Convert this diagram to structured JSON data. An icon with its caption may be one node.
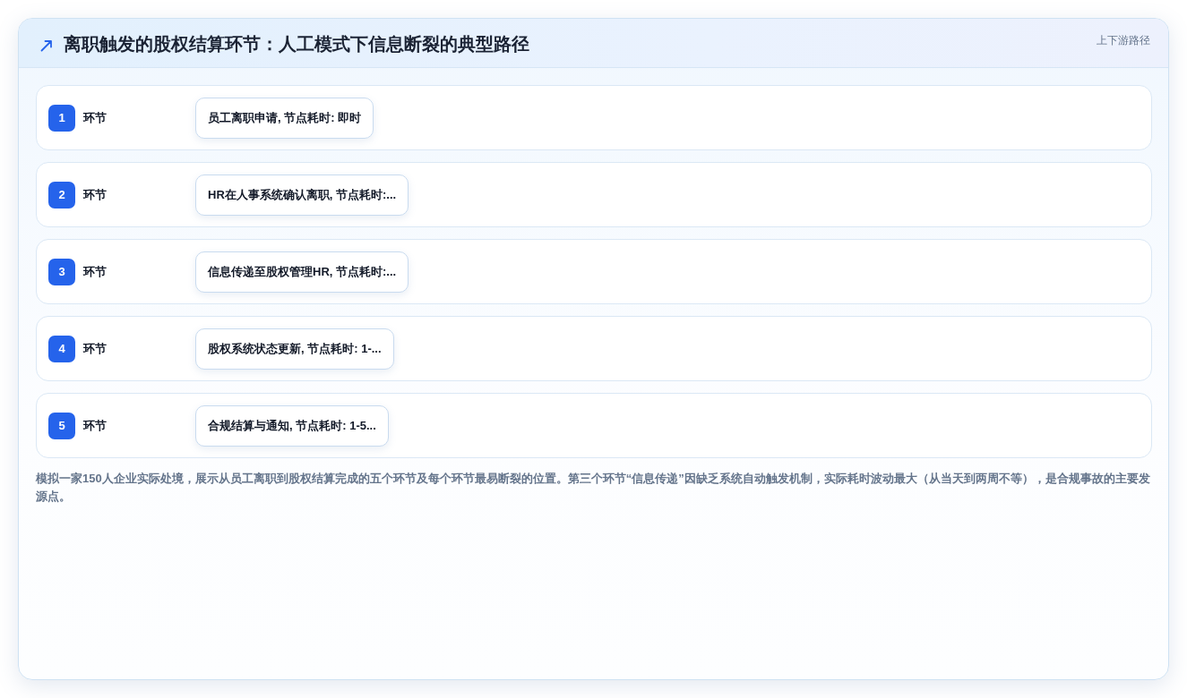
{
  "diagram": {
    "title": "离职触发的股权结算环节：人工模式下信息断裂的典型路径",
    "caption": "模拟一家150人企业实际处境，展示从员工离职到股权结算完成的五个环节及每个环节最易断裂的位置。第三个环节“信息传递”因缺乏系统自动触发机制，实际耗时波动最大（从当天到两周不等），是合规事故的主要发源点。",
    "nodes": [
      {
        "text": [
          "环节"
        ]
      },
      {
        "text": [
          "1"
        ],
        "in": 0
      },
      {
        "text": [
          "员工离职申请, 节点耗时: 即时"
        ],
        "in": 0
      },
      {
        "text": [
          "环节"
        ]
      },
      {
        "text": [
          "2"
        ],
        "in": 3
      },
      {
        "text": [
          "HR在人事系统确认离职, 节点耗时:..."
        ],
        "in": 3
      },
      {
        "text": [
          "环节"
        ]
      },
      {
        "text": [
          "3"
        ],
        "in": 6
      },
      {
        "text": [
          "信息传递至股权管理HR, 节点耗时:..."
        ],
        "in": 6
      },
      {
        "text": [
          "环节"
        ]
      },
      {
        "text": [
          "4"
        ],
        "in": 9
      },
      {
        "text": [
          "股权系统状态更新, 节点耗时: 1-..."
        ],
        "in": 9
      },
      {
        "text": [
          "环节"
        ]
      },
      {
        "text": [
          "5"
        ],
        "in": 12
      },
      {
        "text": [
          "合规结算与通知, 节点耗时: 1-5..."
        ],
        "in": 12
      }
    ],
    "labels": [
      "上下游路径"
    ]
  }
}
